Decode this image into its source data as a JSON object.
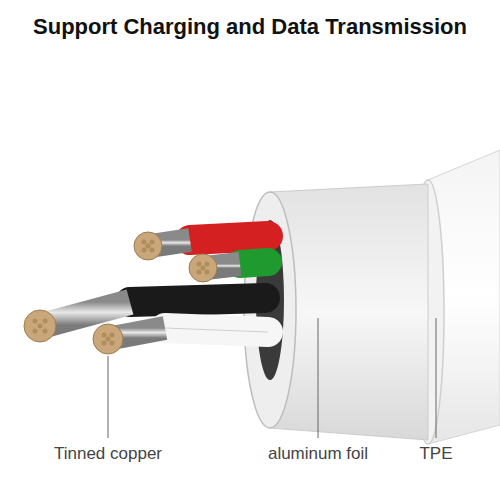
{
  "diagram": {
    "title": "Support Charging and Data Transmission",
    "labels": [
      "Tinned copper",
      "aluminum foil",
      "TPE"
    ]
  }
}
